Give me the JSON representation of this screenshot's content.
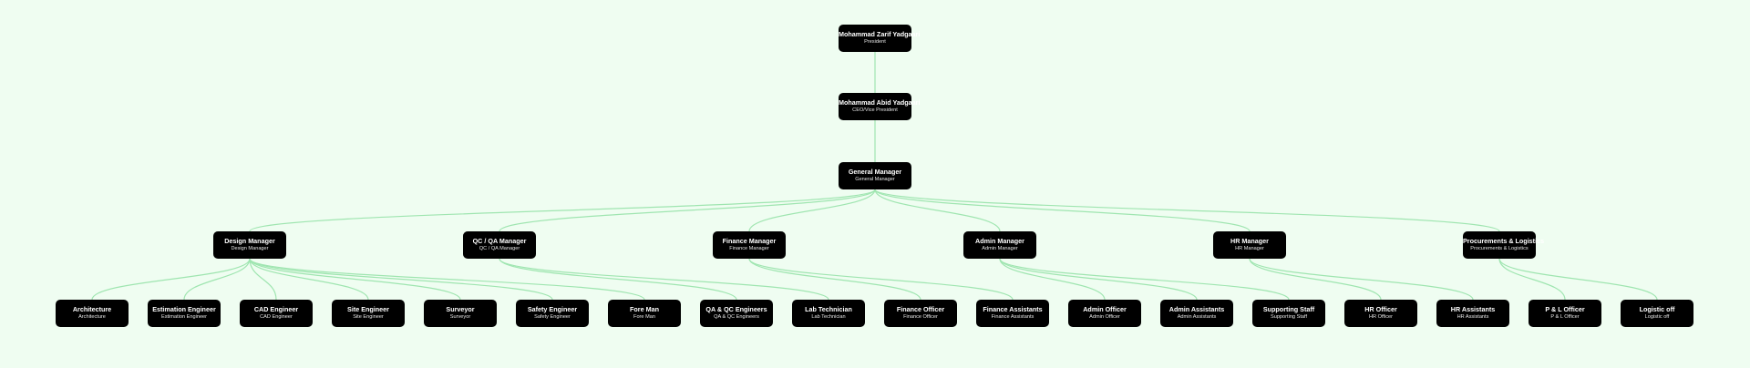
{
  "org_chart": {
    "line_color": "#9fe5b0",
    "node_color": "#000000",
    "background": "#effdf1",
    "president": {
      "name": "Mohammad Zarif Yadgaari",
      "role": "President"
    },
    "vice_president": {
      "name": "Mohammad Abid Yadgaari",
      "role": "CEO/Vice President"
    },
    "general_manager": {
      "name": "General Manager",
      "role": "General Manager"
    },
    "managers": [
      {
        "name": "Design Manager",
        "role": "Design Manager"
      },
      {
        "name": "QC / QA Manager",
        "role": "QC / QA Manager"
      },
      {
        "name": "Finance Manager",
        "role": "Finance Manager"
      },
      {
        "name": "Admin Manager",
        "role": "Admin Manager"
      },
      {
        "name": "HR Manager",
        "role": "HR Manager"
      },
      {
        "name": "Procurements & Logistics",
        "role": "Procurements & Logistics"
      }
    ],
    "staff": [
      {
        "name": "Architecture",
        "role": "Architecture",
        "manager": 0
      },
      {
        "name": "Estimation Engineer",
        "role": "Estimation Engineer",
        "manager": 0
      },
      {
        "name": "CAD Engineer",
        "role": "CAD Engineer",
        "manager": 0
      },
      {
        "name": "Site Engineer",
        "role": "Site Engineer",
        "manager": 0
      },
      {
        "name": "Surveyor",
        "role": "Surveyor",
        "manager": 0
      },
      {
        "name": "Safety Engineer",
        "role": "Safety Engineer",
        "manager": 0
      },
      {
        "name": "Fore Man",
        "role": "Fore Man",
        "manager": 0
      },
      {
        "name": "QA & QC Engineers",
        "role": "QA & QC Engineers",
        "manager": 1
      },
      {
        "name": "Lab Technician",
        "role": "Lab Technician",
        "manager": 1
      },
      {
        "name": "Finance Officer",
        "role": "Finance Officer",
        "manager": 2
      },
      {
        "name": "Finance Assistants",
        "role": "Finance Assistants",
        "manager": 2
      },
      {
        "name": "Admin Officer",
        "role": "Admin Officer",
        "manager": 3
      },
      {
        "name": "Admin Assistants",
        "role": "Admin Assistants",
        "manager": 3
      },
      {
        "name": "Supporting Staff",
        "role": "Supporting Staff",
        "manager": 3
      },
      {
        "name": "HR Officer",
        "role": "HR Officer",
        "manager": 4
      },
      {
        "name": "HR Assistants",
        "role": "HR Assistants",
        "manager": 4
      },
      {
        "name": "P & L Officer",
        "role": "P & L Officer",
        "manager": 5
      },
      {
        "name": "Logistic off",
        "role": "Logistic off",
        "manager": 5
      }
    ]
  }
}
